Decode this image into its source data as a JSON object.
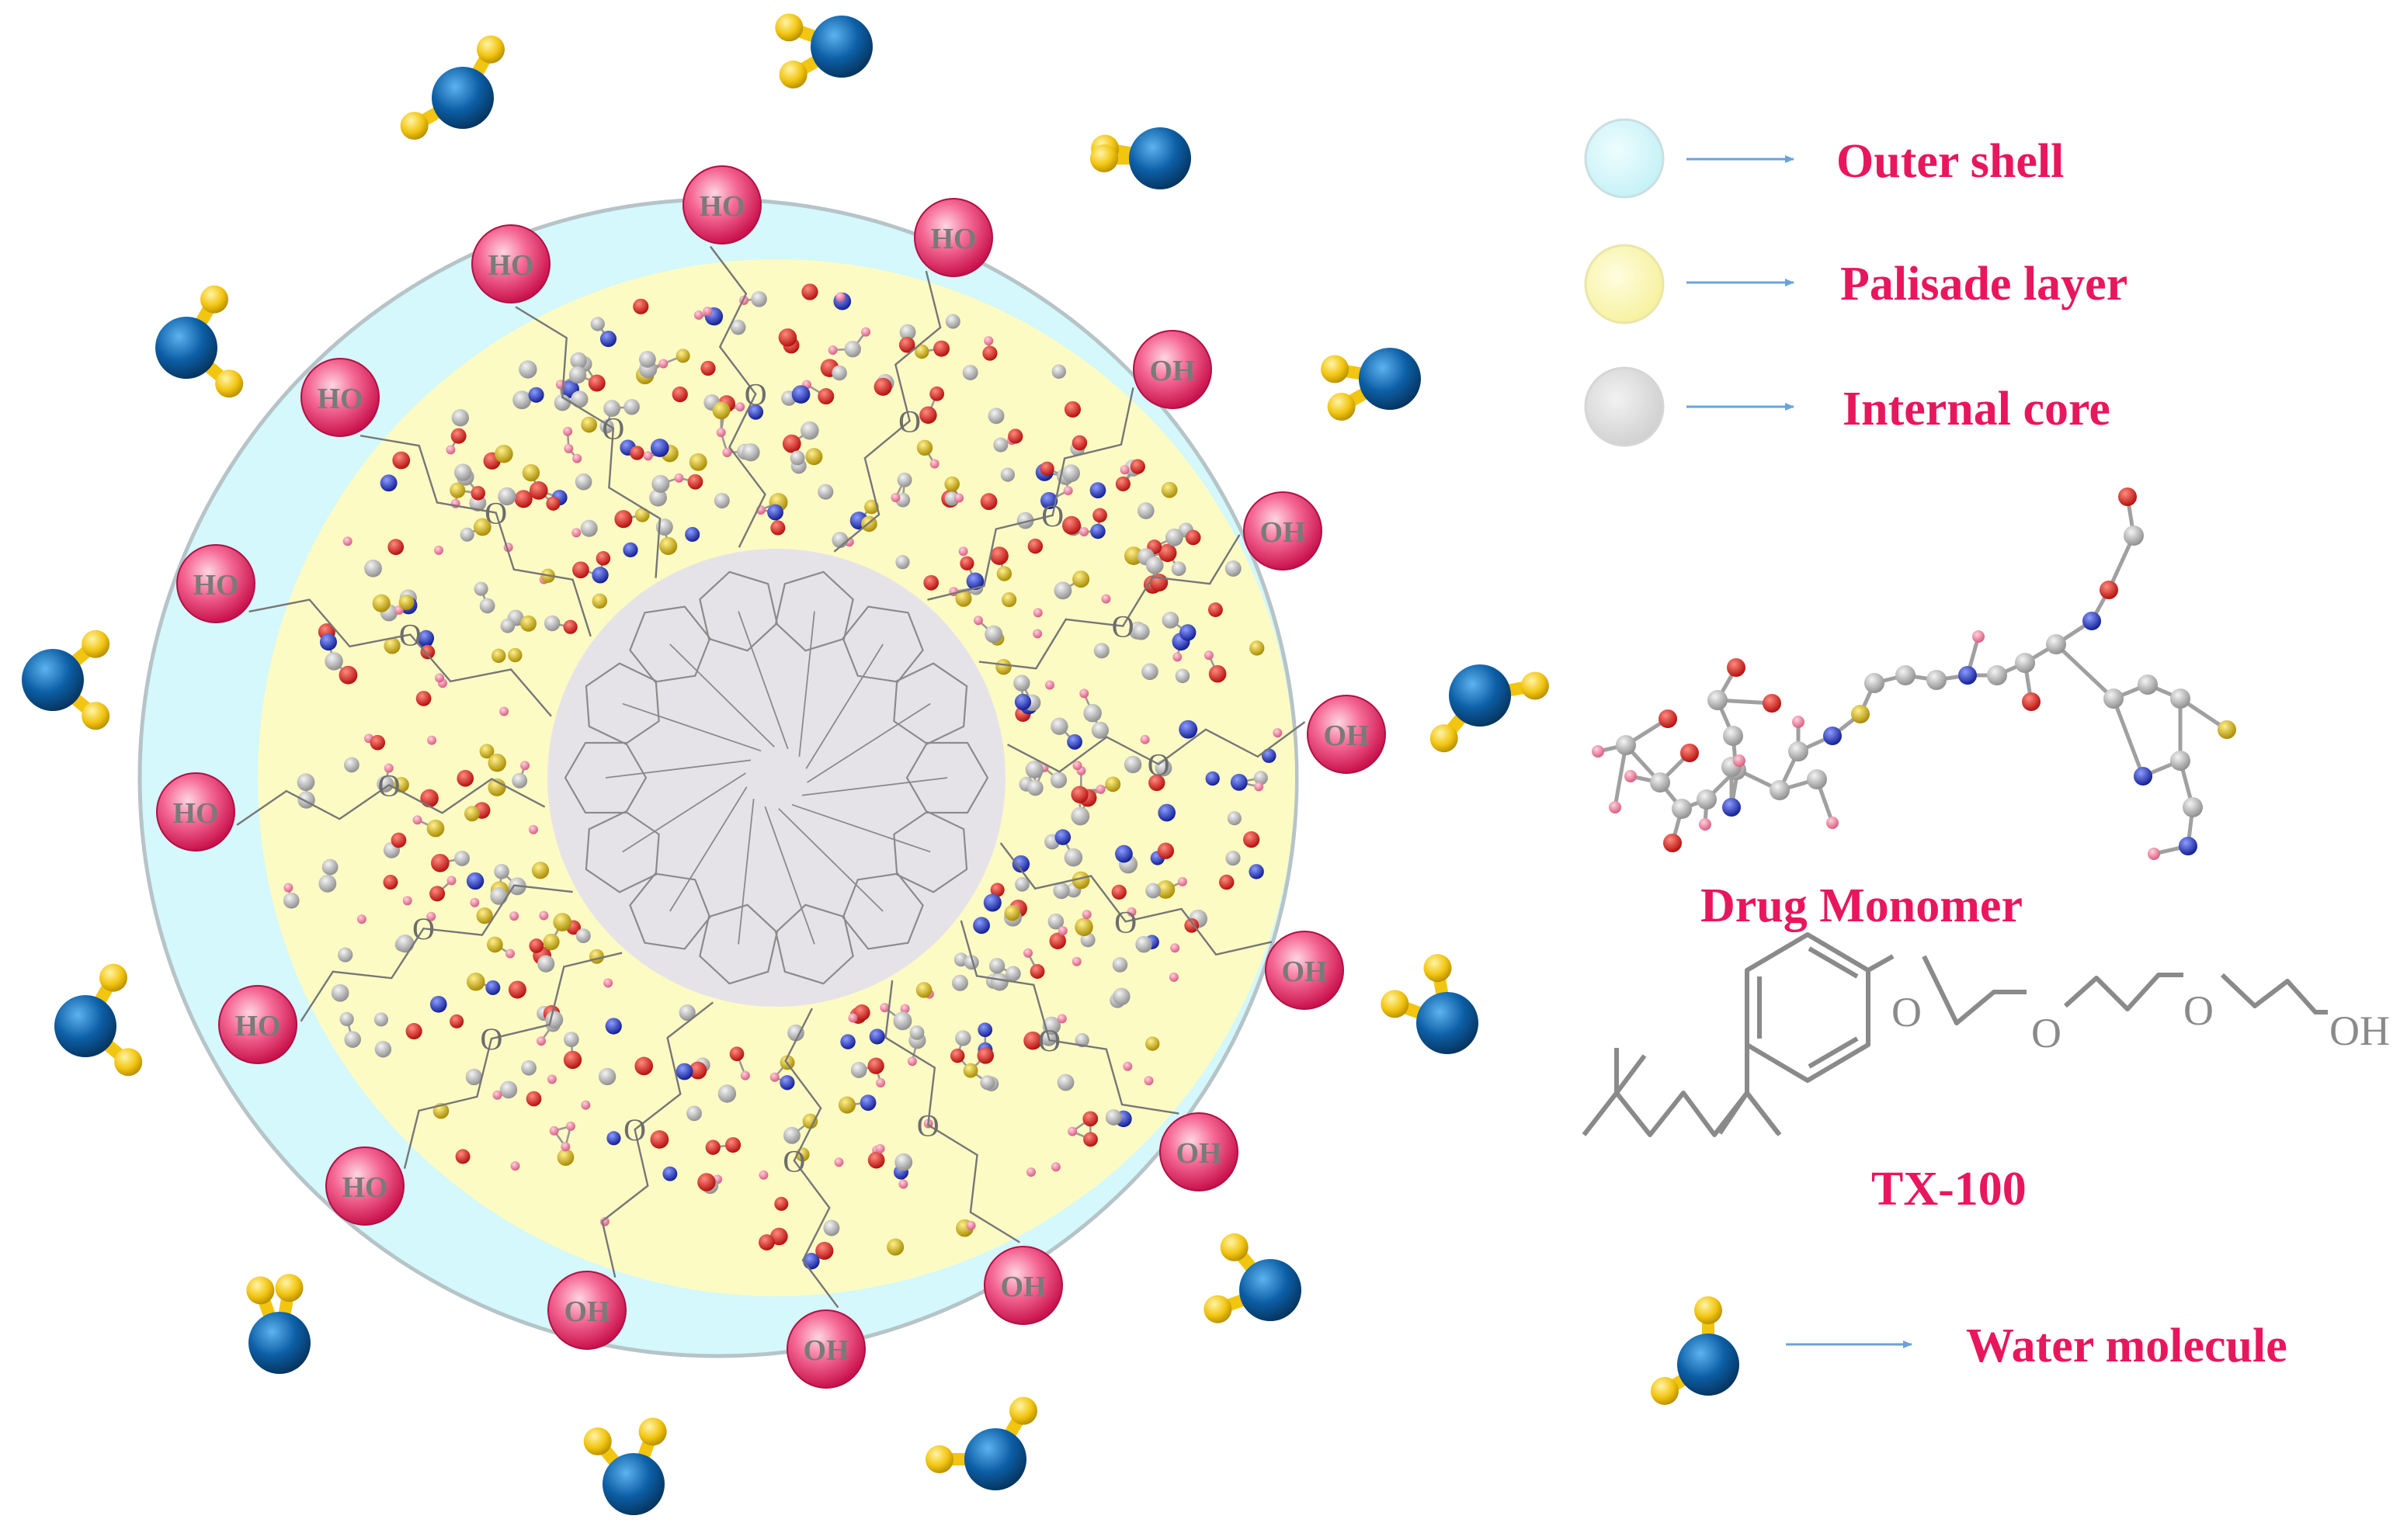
{
  "legend": {
    "outer_shell": "Outer shell",
    "palisade_layer": "Palisade layer",
    "internal_core": "Internal core",
    "water_molecule": "Water molecule",
    "drug_monomer": "Drug Monomer",
    "tx100": "TX-100"
  },
  "atom_labels": {
    "ho": "HO",
    "oh": "OH",
    "o": "O"
  },
  "colors": {
    "outer_shell": "#d4f8fb",
    "palisade_layer": "#fdfbc4",
    "internal_core": "#e6e3e8",
    "label_pink": "#e8175d",
    "arrow_blue": "#6aa3d8",
    "water_oxygen": "#0c5fa6",
    "water_hydrogen": "#f2c511",
    "atom_carbon": "#b4b4b4",
    "atom_oxygen": "#e0201e",
    "atom_nitrogen": "#1b2fd6",
    "atom_sulfur": "#d4b000",
    "atom_hydrogen": "#f07a9a"
  },
  "icons": [
    "water-molecule-icon",
    "hydroxyl-head-icon",
    "drug-monomer-ball-stick-icon",
    "tx100-structure-icon"
  ]
}
